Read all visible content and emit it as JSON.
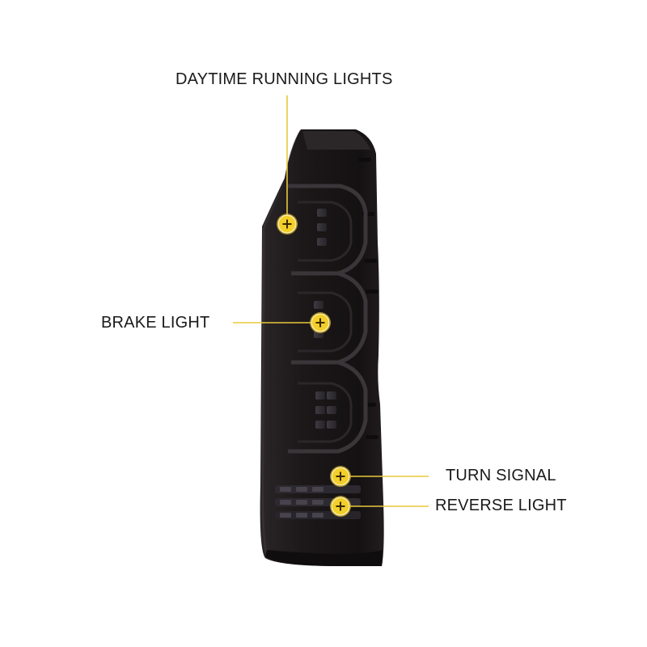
{
  "callouts": {
    "drl": "DAYTIME RUNNING LIGHTS",
    "brake": "BRAKE LIGHT",
    "turn": "TURN SIGNAL",
    "reverse": "REVERSE LIGHT"
  },
  "colors": {
    "callout_line": "#e8c83a",
    "marker_fill": "#f2cf2a",
    "marker_ring": "#c9a51a",
    "marker_cross": "#3a2a00",
    "lamp_body": "#1f1b1d",
    "label_text": "#1a1a1a"
  },
  "icons": {
    "marker": "plus-circle-icon"
  }
}
